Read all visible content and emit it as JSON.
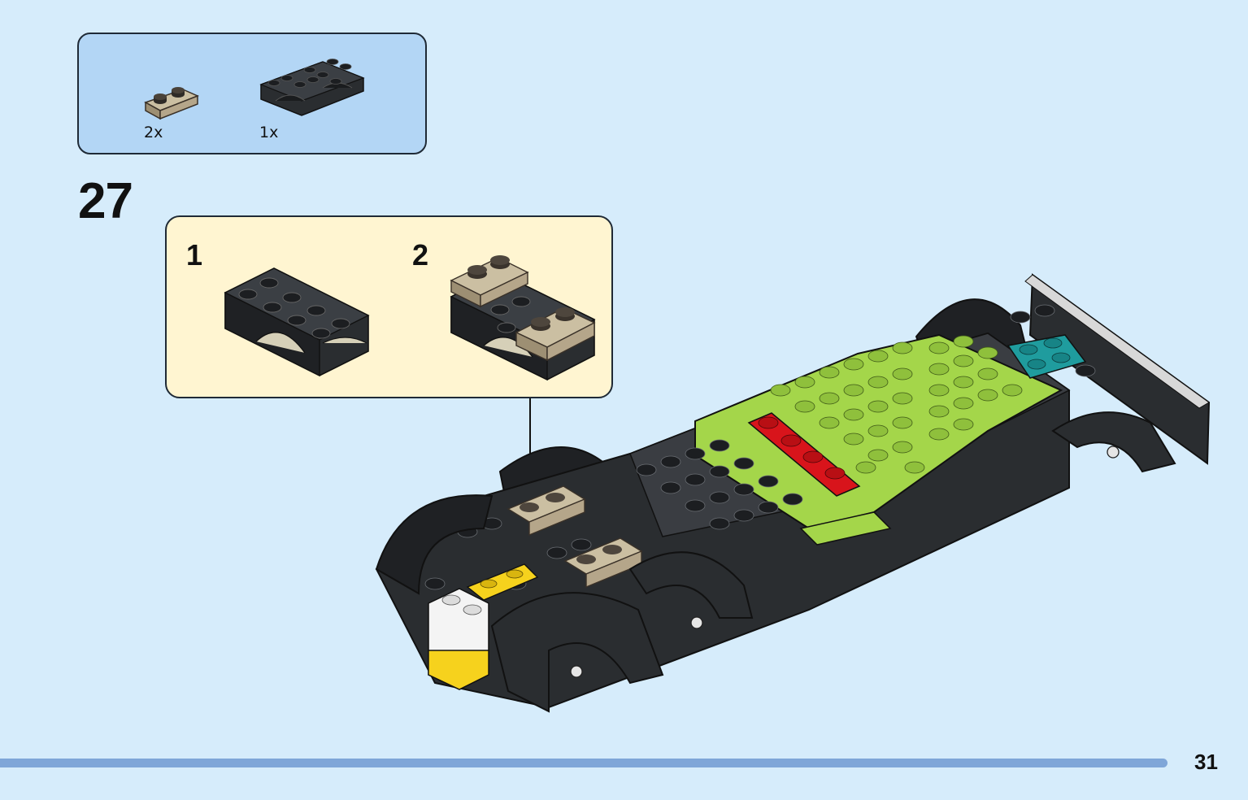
{
  "parts_list": {
    "items": [
      {
        "quantity": "2x",
        "part_icon": "tan-plate-1x2-icon",
        "color": "#b5a68a"
      },
      {
        "quantity": "1x",
        "part_icon": "black-wheel-arch-icon",
        "color": "#2a2d30"
      }
    ]
  },
  "step": {
    "number": "27",
    "substeps": [
      {
        "label": "1",
        "part_icon": "black-wheel-arch-icon"
      },
      {
        "label": "2",
        "part_icon": "wheel-arch-with-tan-plates-icon"
      }
    ]
  },
  "model": {
    "icon": "race-car-chassis-icon",
    "colors": {
      "body": "#2a2d30",
      "lime": "#a4d64a",
      "red": "#d8141b",
      "teal": "#1f9c9e",
      "tan": "#b5a68a",
      "yellow": "#f6d21d",
      "white": "#f4f4f4"
    }
  },
  "page": {
    "number": "31",
    "footer_color": "#7fa6d8"
  }
}
